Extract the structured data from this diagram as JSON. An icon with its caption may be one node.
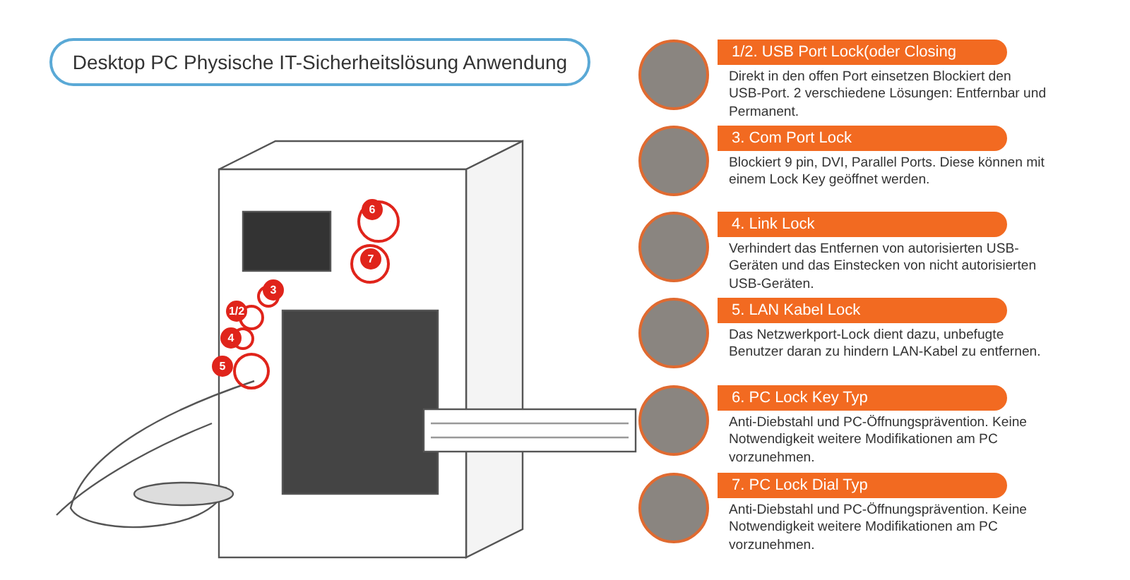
{
  "diagram": {
    "title": "Desktop PC Physische IT-Sicherheitslösung Anwendung",
    "nodes": [
      {
        "text": [
          "1/2. USB Port Lock(oder Closing",
          "Direkt in den offen Port einsetzen Blockiert den USB-Port. 2 verschiedene Lösungen: Entfernbar und Permanent."
        ]
      },
      {
        "text": [
          "3. Com Port Lock",
          "Blockiert 9 pin, DVI, Parallel Ports. Diese können mit einem Lock Key geöffnet werden."
        ]
      },
      {
        "text": [
          "4. Link Lock",
          "Verhindert das Entfernen von autorisierten USB-Geräten und das Einstecken von nicht autorisierten USB-Geräten."
        ]
      },
      {
        "text": [
          "5. LAN Kabel Lock",
          "Das Netzwerkport-Lock dient dazu, unbefugte Benutzer daran zu hindern LAN-Kabel zu entfernen."
        ]
      },
      {
        "text": [
          "6. PC Lock Key Typ",
          "Anti-Diebstahl und PC-Öffnungsprävention. Keine Notwendigkeit weitere Modifikationen am PC vorzunehmen."
        ]
      },
      {
        "text": [
          "7. PC Lock Dial Typ",
          "Anti-Diebstahl und PC-Öffnungsprävention. Keine Notwendigkeit weitere Modifikationen am PC vorzunehmen."
        ]
      }
    ],
    "labels": [
      "6",
      "7",
      "3",
      "1/2",
      "4",
      "5"
    ]
  }
}
